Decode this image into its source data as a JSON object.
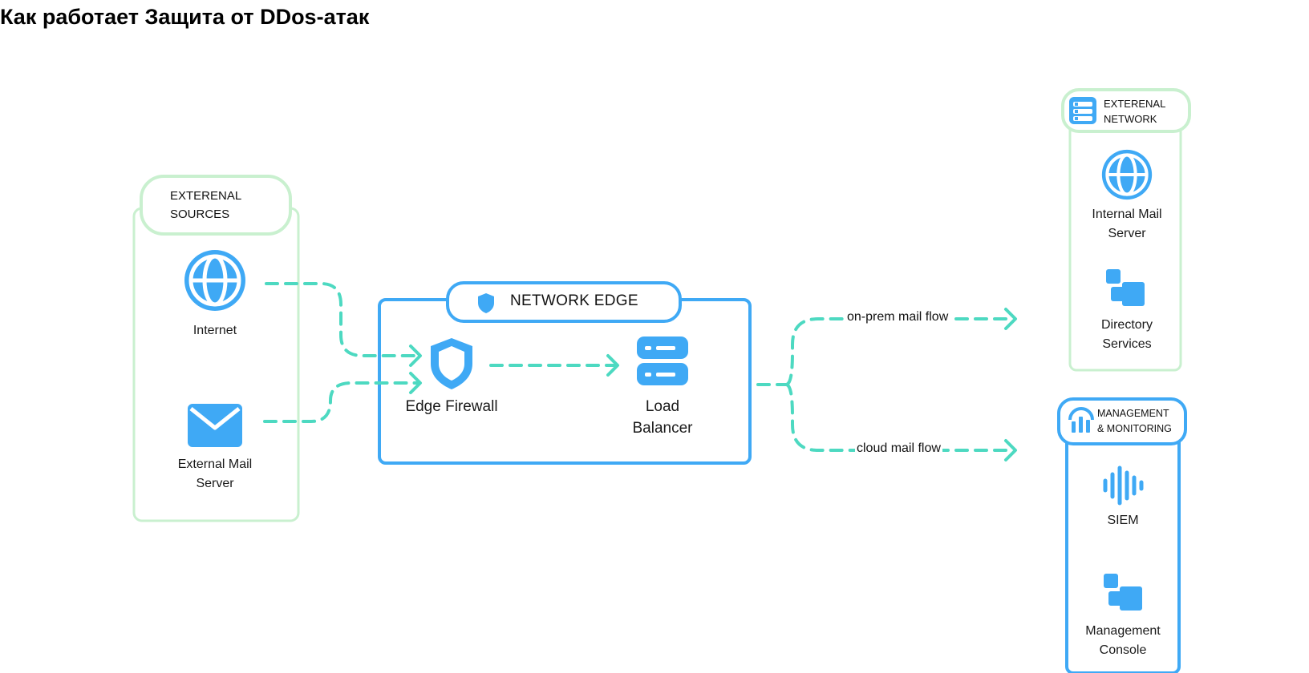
{
  "title": "Как работает Защита от DDos-атак",
  "groups": {
    "external_sources": {
      "label_line1": "EXTERENAL",
      "label_line2": "SOURCES",
      "nodes": [
        {
          "id": "internet",
          "label": "Internet",
          "icon": "globe-icon"
        },
        {
          "id": "external_mail",
          "label_line1": "External Mail",
          "label_line2": "Server",
          "icon": "envelope-icon"
        }
      ]
    },
    "network_edge": {
      "label": "NETWORK EDGE",
      "icon": "shield-icon",
      "nodes": [
        {
          "id": "edge_firewall",
          "label": "Edge Firewall",
          "icon": "shield-icon"
        },
        {
          "id": "load_balancer",
          "label_line1": "Load",
          "label_line2": "Balancer",
          "icon": "server-stack-icon"
        }
      ]
    },
    "external_network": {
      "label_line1": "EXTERENAL",
      "label_line2": "NETWORK",
      "icon": "server-rack-icon",
      "nodes": [
        {
          "id": "internal_mail",
          "label_line1": "Internal Mail",
          "label_line2": "Server",
          "icon": "globe-icon"
        },
        {
          "id": "directory",
          "label_line1": "Directory",
          "label_line2": "Services",
          "icon": "blocks-icon"
        }
      ]
    },
    "management": {
      "label_line1": "MANAGEMENT",
      "label_line2": "& MONITORING",
      "icon": "monitoring-icon",
      "nodes": [
        {
          "id": "siem",
          "label": "SIEM",
          "icon": "waveform-icon"
        },
        {
          "id": "mgmt_console",
          "label_line1": "Management",
          "label_line2": "Console",
          "icon": "blocks-icon"
        }
      ]
    }
  },
  "flows": {
    "onprem": "on-prem mail flow",
    "cloud": "cloud mail flow"
  },
  "colors": {
    "green_border": "#c9f0cf",
    "blue": "#3fa9f5",
    "arrow": "#4dd9c1"
  }
}
